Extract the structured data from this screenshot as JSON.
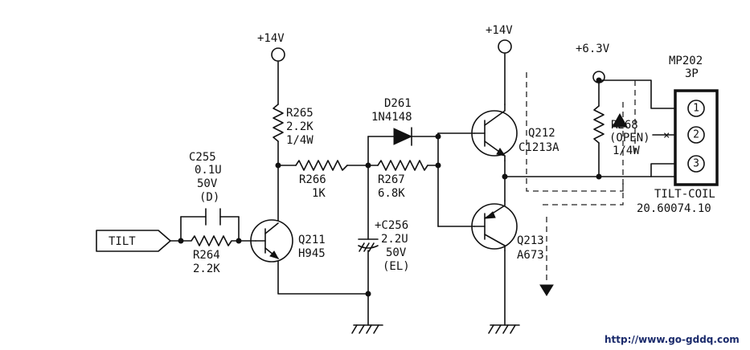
{
  "rails": {
    "vcc_left": "+14V",
    "vcc_right": "+14V",
    "v63": "+6.3V"
  },
  "input": {
    "tilt": "TILT"
  },
  "components": {
    "c255": {
      "ref": "C255",
      "value": "0.1U",
      "voltage": "50V",
      "type": "(D)"
    },
    "r264": {
      "ref": "R264",
      "value": "2.2K"
    },
    "q211": {
      "ref": "Q211",
      "part": "H945"
    },
    "r265": {
      "ref": "R265",
      "value": "2.2K",
      "power": "1/4W"
    },
    "r266": {
      "ref": "R266",
      "value": "1K"
    },
    "d261": {
      "ref": "D261",
      "part": "1N4148"
    },
    "r267": {
      "ref": "R267",
      "value": "6.8K"
    },
    "c256": {
      "ref": "+C256",
      "value": "2.2U",
      "voltage": "50V",
      "type": "(EL)"
    },
    "q212": {
      "ref": "Q212",
      "part": "C1213A"
    },
    "q213": {
      "ref": "Q213",
      "part": "A673"
    },
    "r268": {
      "ref": "R268",
      "note": "(OPEN)",
      "power": "1/4W"
    }
  },
  "connector": {
    "ref": "MP202",
    "pins_label": "3P",
    "pins": [
      "1",
      "2",
      "3"
    ],
    "name": "TILT-COIL",
    "part_no": "20.60074.10"
  },
  "watermark": "http://www.go-gddq.com"
}
